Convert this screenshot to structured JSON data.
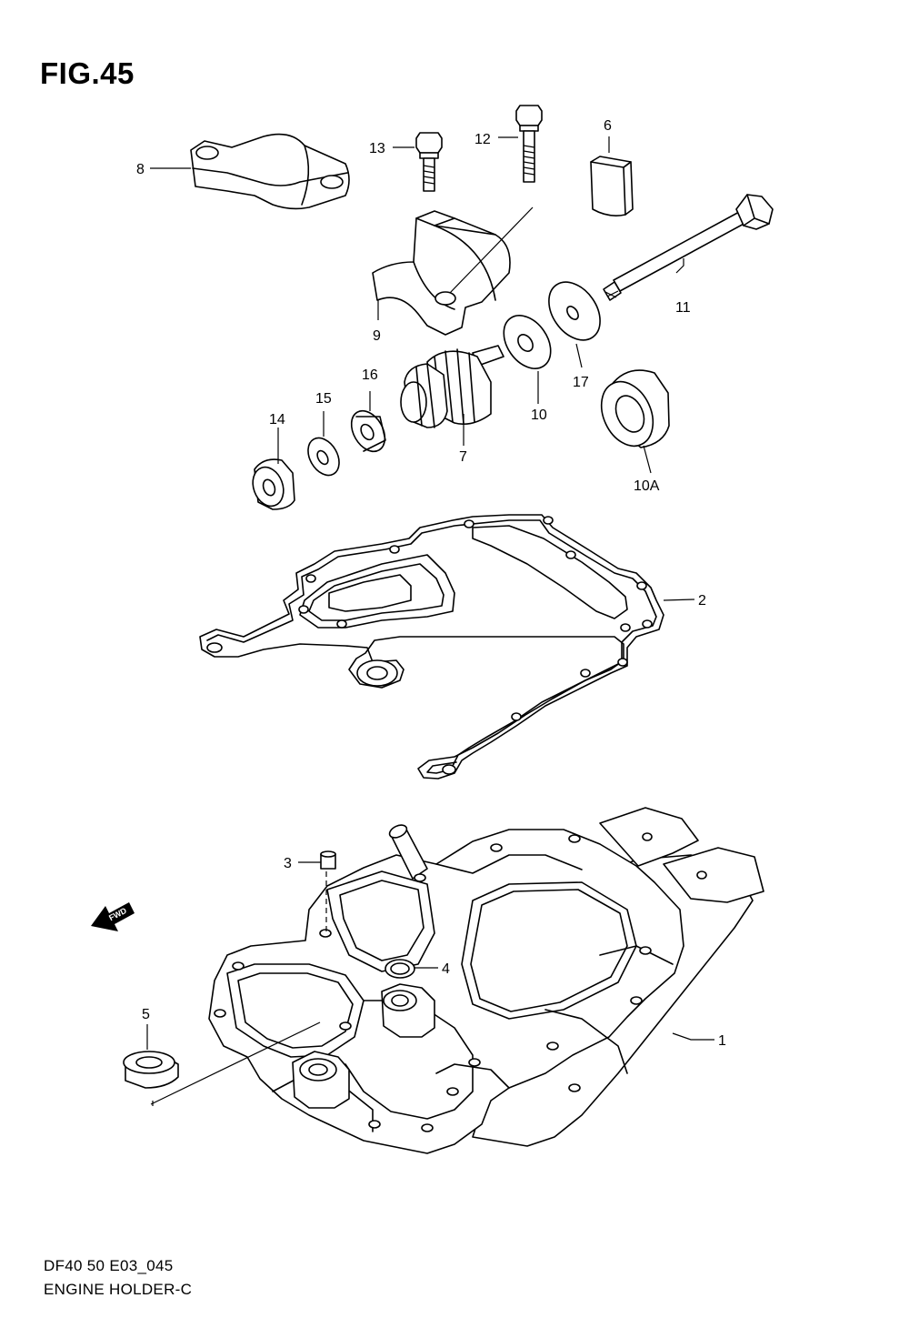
{
  "figure": {
    "title": "FIG.45",
    "code": "DF40 50 E03_045",
    "name": "ENGINE HOLDER-C"
  },
  "direction_arrow": {
    "label": "FWD"
  },
  "callouts": [
    {
      "id": "c1",
      "label": "1"
    },
    {
      "id": "c2",
      "label": "2"
    },
    {
      "id": "c3",
      "label": "3"
    },
    {
      "id": "c4",
      "label": "4"
    },
    {
      "id": "c5",
      "label": "5"
    },
    {
      "id": "c6",
      "label": "6"
    },
    {
      "id": "c7",
      "label": "7"
    },
    {
      "id": "c8",
      "label": "8"
    },
    {
      "id": "c9",
      "label": "9"
    },
    {
      "id": "c10",
      "label": "10"
    },
    {
      "id": "c10a",
      "label": "10A"
    },
    {
      "id": "c11",
      "label": "11"
    },
    {
      "id": "c12",
      "label": "12"
    },
    {
      "id": "c13",
      "label": "13"
    },
    {
      "id": "c14",
      "label": "14"
    },
    {
      "id": "c15",
      "label": "15"
    },
    {
      "id": "c16",
      "label": "16"
    },
    {
      "id": "c17",
      "label": "17"
    }
  ]
}
